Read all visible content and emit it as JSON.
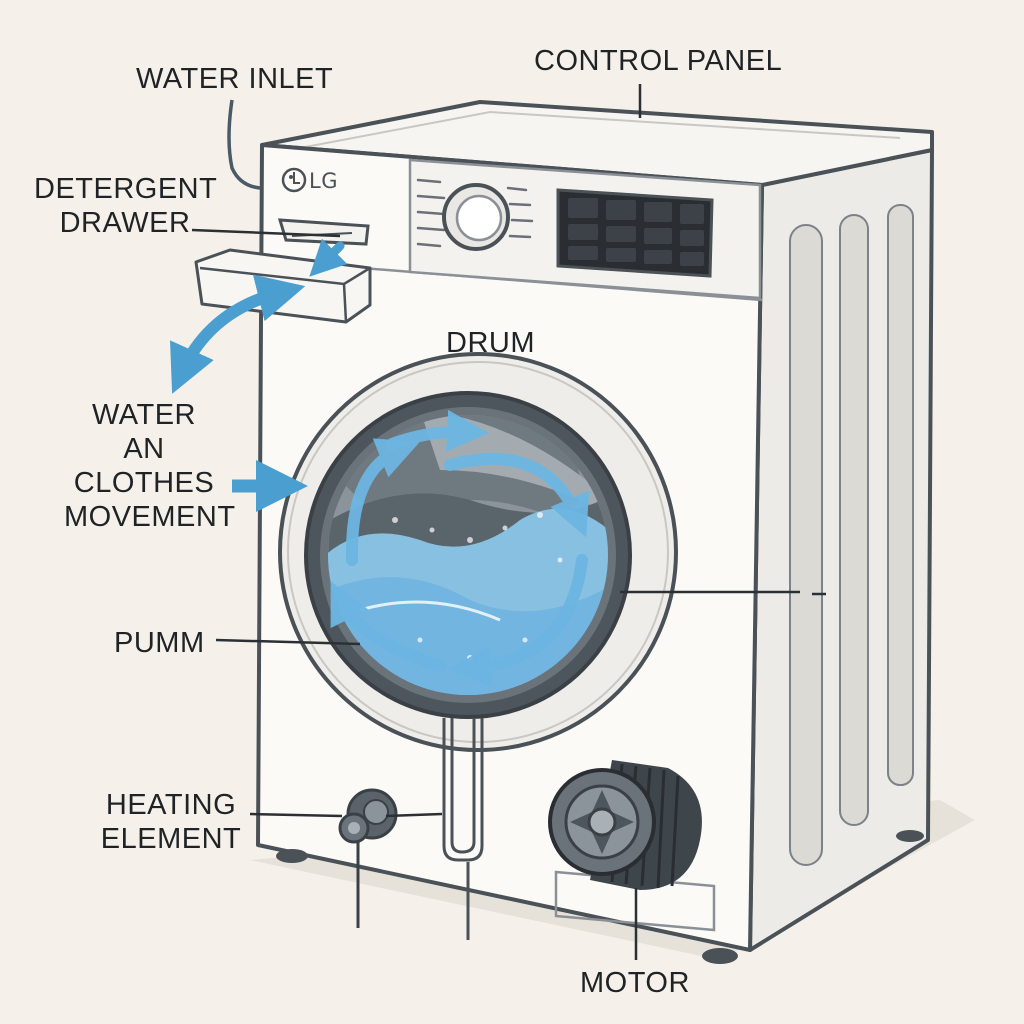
{
  "labels": {
    "water_inlet": "WATER INLET",
    "control_panel": "CONTROL PANEL",
    "detergent_drawer": "DETERGENT\nDRAWER",
    "drum": "DRUM",
    "water_movement": "WATER\nAN\nCLOTHES\nMOVEMENT",
    "pump": "PUMM",
    "heating_element": "HEATING\nELEMENT",
    "motor": "MOTOR"
  },
  "brand": {
    "logo_text": "LG",
    "logo_icon": "lg-logo-icon"
  },
  "colors": {
    "background": "#f5f1ea",
    "machine_body": "#fbfaf7",
    "outline": "#4a5157",
    "accent_blue": "#4a9fd0",
    "water_blue": "#8cc8ec",
    "display": "#2a2e32"
  }
}
